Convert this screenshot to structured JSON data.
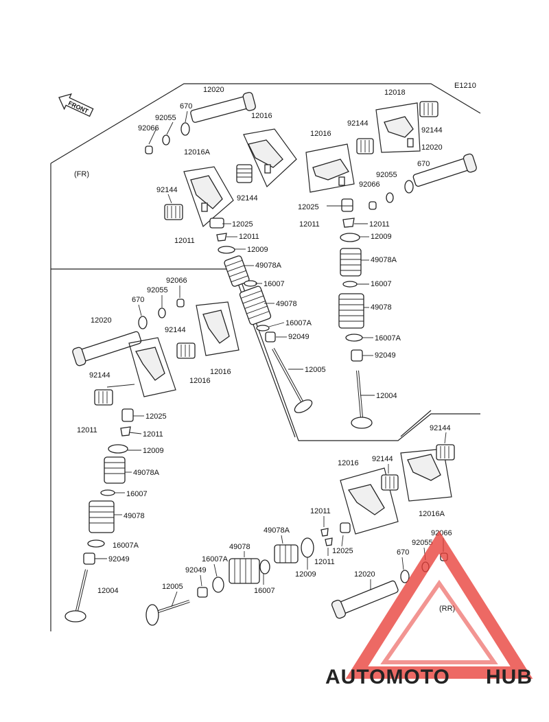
{
  "diagram": {
    "code": "E1210",
    "direction_front": "FRONT",
    "cyl_front": "(FR)",
    "cyl_rear": "(RR)",
    "labels": {
      "tr_12020": "12020",
      "tr_670": "670",
      "tr_92055": "92055",
      "tr_92066": "92066",
      "tr_12016": "12016",
      "tr_12016A": "12016A",
      "tr_92144a": "92144",
      "tr_92144b": "92144",
      "tr_12025": "12025",
      "tr_12011a": "12011",
      "tr_12011b": "12011",
      "tr_12009": "12009",
      "tr_49078A": "49078A",
      "tr_16007": "16007",
      "tr_49078": "49078",
      "tr_16007A": "16007A",
      "tr_92049": "92049",
      "tr_12005": "12005",
      "tl_12018": "12018",
      "tl_92144a": "92144",
      "tl_92144b": "92144",
      "tl_12016": "12016",
      "tl_12020": "12020",
      "tl_670": "670",
      "tl_92055": "92055",
      "tl_92066": "92066",
      "tl_12025": "12025",
      "tl_12011a": "12011",
      "tl_12011b": "12011",
      "tl_12009": "12009",
      "tl_49078A": "49078A",
      "tl_16007": "16007",
      "tl_49078": "49078",
      "tl_16007A": "16007A",
      "tl_92049": "92049",
      "tl_12004": "12004",
      "ml_92066": "92066",
      "ml_92055": "92055",
      "ml_670": "670",
      "ml_12020": "12020",
      "ml_92144a": "92144",
      "ml_92144b": "92144",
      "ml_12016": "12016",
      "ml_12016b": "12016",
      "ml_12025": "12025",
      "ml_12011a": "12011",
      "ml_12011b": "12011",
      "ml_12009": "12009",
      "ml_49078A": "49078A",
      "ml_16007": "16007",
      "ml_49078": "49078",
      "ml_16007A": "16007A",
      "ml_92049": "92049",
      "ml_12004": "12004",
      "br_92144a": "92144",
      "br_92144b": "92144",
      "br_12016": "12016",
      "br_12016A": "12016A",
      "br_12011a": "12011",
      "br_12011b": "12011",
      "br_12025": "12025",
      "br_12009": "12009",
      "br_49078A": "49078A",
      "br_49078": "49078",
      "br_16007A": "16007A",
      "br_16007": "16007",
      "br_92049": "92049",
      "br_12005": "12005",
      "br_670": "670",
      "br_92055": "92055",
      "br_92066": "92066",
      "br_12020": "12020"
    }
  },
  "watermark": {
    "part1": "AUTOMOTO",
    "part2": "HUB"
  },
  "colors": {
    "watermark_red": "#e8403a",
    "watermark_orange": "#f5a623",
    "watermark_grey": "#4a4a4a"
  }
}
